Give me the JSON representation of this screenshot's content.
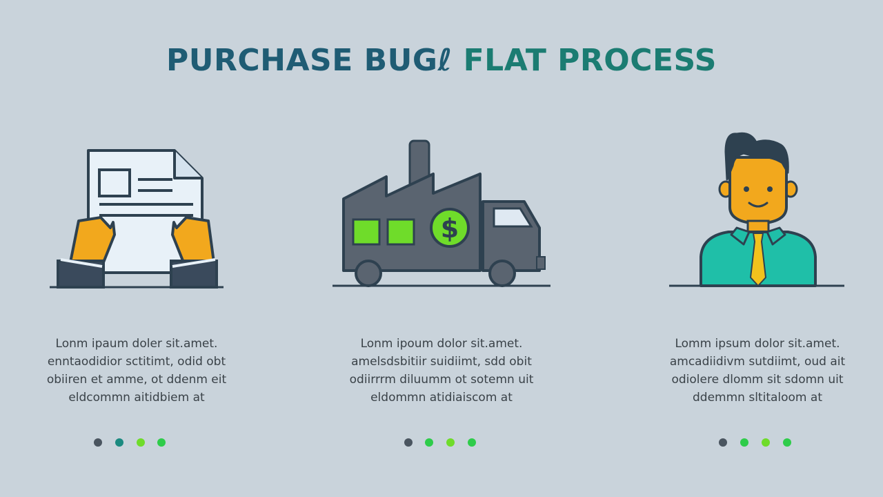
{
  "title": {
    "part1": "PURCHASE BUG",
    "part2": "ℓ",
    "part3": " FLAT PROCESS"
  },
  "colors": {
    "background": "#c9d3db",
    "title_dark": "#1f5c74",
    "title_teal": "#1b7c72",
    "navy": "#3a4a5c",
    "slate": "#5a6470",
    "orange": "#f2a81d",
    "green": "#6fdc2a",
    "teal_shirt": "#1fbfa8",
    "paper": "#e8f1f8"
  },
  "steps": [
    {
      "icon": "document-in-hands-icon",
      "lines": [
        "Lonm ipaum doler sit.amet.",
        "enntaodidior sctitimt, odid obt",
        "obiiren et amme, ot ddenm eit",
        "eldcommn aitidbiem at"
      ],
      "dots": [
        "#4a5560",
        "#1b8a80",
        "#6fdc2a",
        "#2ecc4a"
      ]
    },
    {
      "icon": "factory-truck-dollar-icon",
      "lines": [
        "Lonm ipoum dolor sit.amet.",
        "amelsdsbitiir suidiimt, sdd obit",
        "odiirrrm diluumm ot sotemn uit",
        "eldommn atidiaiscom at"
      ],
      "dots": [
        "#4a5560",
        "#2ecc4a",
        "#6fdc2a",
        "#2ecc4a"
      ]
    },
    {
      "icon": "smiling-man-tie-icon",
      "lines": [
        "Lomm ipsum dolor sit.amet.",
        "amcadiidivm sutdiimt, oud ait",
        "odiolere dlomm sit sdomn uit",
        "ddemmn sltitaloom at"
      ],
      "dots": [
        "#4a5560",
        "#2ecc4a",
        "#6fdc2a",
        "#2ecc4a"
      ]
    }
  ]
}
